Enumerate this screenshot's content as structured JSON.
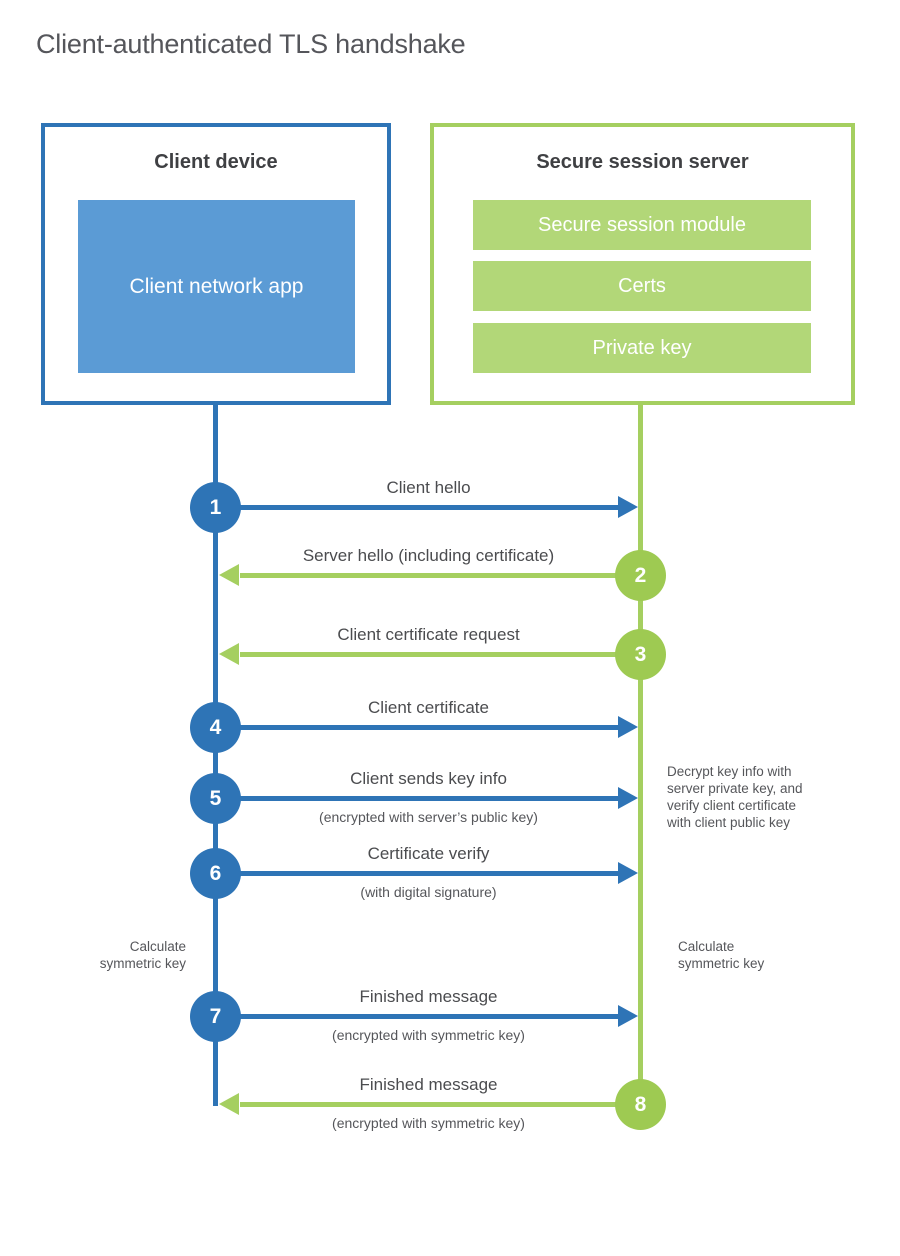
{
  "title": "Client-authenticated TLS handshake",
  "colors": {
    "blue": "#2e74b6",
    "blue_light": "#5b9bd5",
    "green": "#a5cf60",
    "green_light": "#b2d778",
    "green_circle": "#9eca52"
  },
  "client_box": {
    "title": "Client device",
    "app_label": "Client network app"
  },
  "server_box": {
    "title": "Secure session server",
    "modules": [
      "Secure session module",
      "Certs",
      "Private key"
    ]
  },
  "messages": [
    {
      "num": "1",
      "label": "Client hello",
      "sub": "",
      "from": "client"
    },
    {
      "num": "2",
      "label": "Server hello (including certificate)",
      "sub": "",
      "from": "server"
    },
    {
      "num": "3",
      "label": "Client certificate request",
      "sub": "",
      "from": "server"
    },
    {
      "num": "4",
      "label": "Client certificate",
      "sub": "",
      "from": "client"
    },
    {
      "num": "5",
      "label": "Client sends key info",
      "sub": "(encrypted with server’s public key)",
      "from": "client"
    },
    {
      "num": "6",
      "label": "Certificate verify",
      "sub": "(with digital signature)",
      "from": "client"
    },
    {
      "num": "7",
      "label": "Finished message",
      "sub": "(encrypted with symmetric key)",
      "from": "client"
    },
    {
      "num": "8",
      "label": "Finished message",
      "sub": "(encrypted with symmetric key)",
      "from": "server"
    }
  ],
  "annotations": {
    "decrypt_note": [
      "Decrypt key info with",
      "server private key, and",
      "verify client certificate",
      "with client public key"
    ],
    "calc_left": [
      "Calculate",
      "symmetric key"
    ],
    "calc_right": [
      "Calculate",
      "symmetric key"
    ]
  }
}
